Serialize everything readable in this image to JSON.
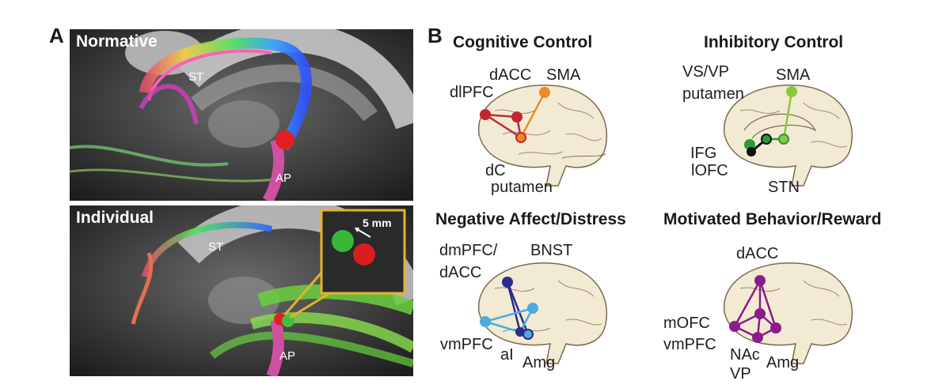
{
  "panel_a": {
    "letter": "A",
    "top": {
      "title": "Normative",
      "st": "ST",
      "ap": "AP"
    },
    "bottom": {
      "title": "Individual",
      "st": "ST",
      "ap": "AP",
      "scale": "5 mm"
    }
  },
  "panel_b": {
    "letter": "B",
    "cognitive": {
      "title": "Cognitive Control",
      "labels": [
        "dACC",
        "SMA",
        "dlPFC",
        "dC",
        "putamen"
      ],
      "color": "#c0282d",
      "color2": "#f08a24"
    },
    "inhibitory": {
      "title": "Inhibitory Control",
      "labels": [
        "VS/VP",
        "putamen",
        "SMA",
        "IFG",
        "lOFC",
        "STN"
      ],
      "color": "#8cc63f",
      "color2": "#2a9a3a"
    },
    "negative": {
      "title": "Negative Affect/Distress",
      "labels": [
        "dmPFC/",
        "dACC",
        "BNST",
        "vmPFC",
        "aI",
        "Amg"
      ],
      "color": "#2b2b8c",
      "color2": "#4aace0"
    },
    "motivated": {
      "title": "Motivated Behavior/Reward",
      "labels": [
        "dACC",
        "mOFC",
        "vmPFC",
        "NAc",
        "VP",
        "Amg"
      ],
      "color": "#8a1c8c"
    }
  }
}
